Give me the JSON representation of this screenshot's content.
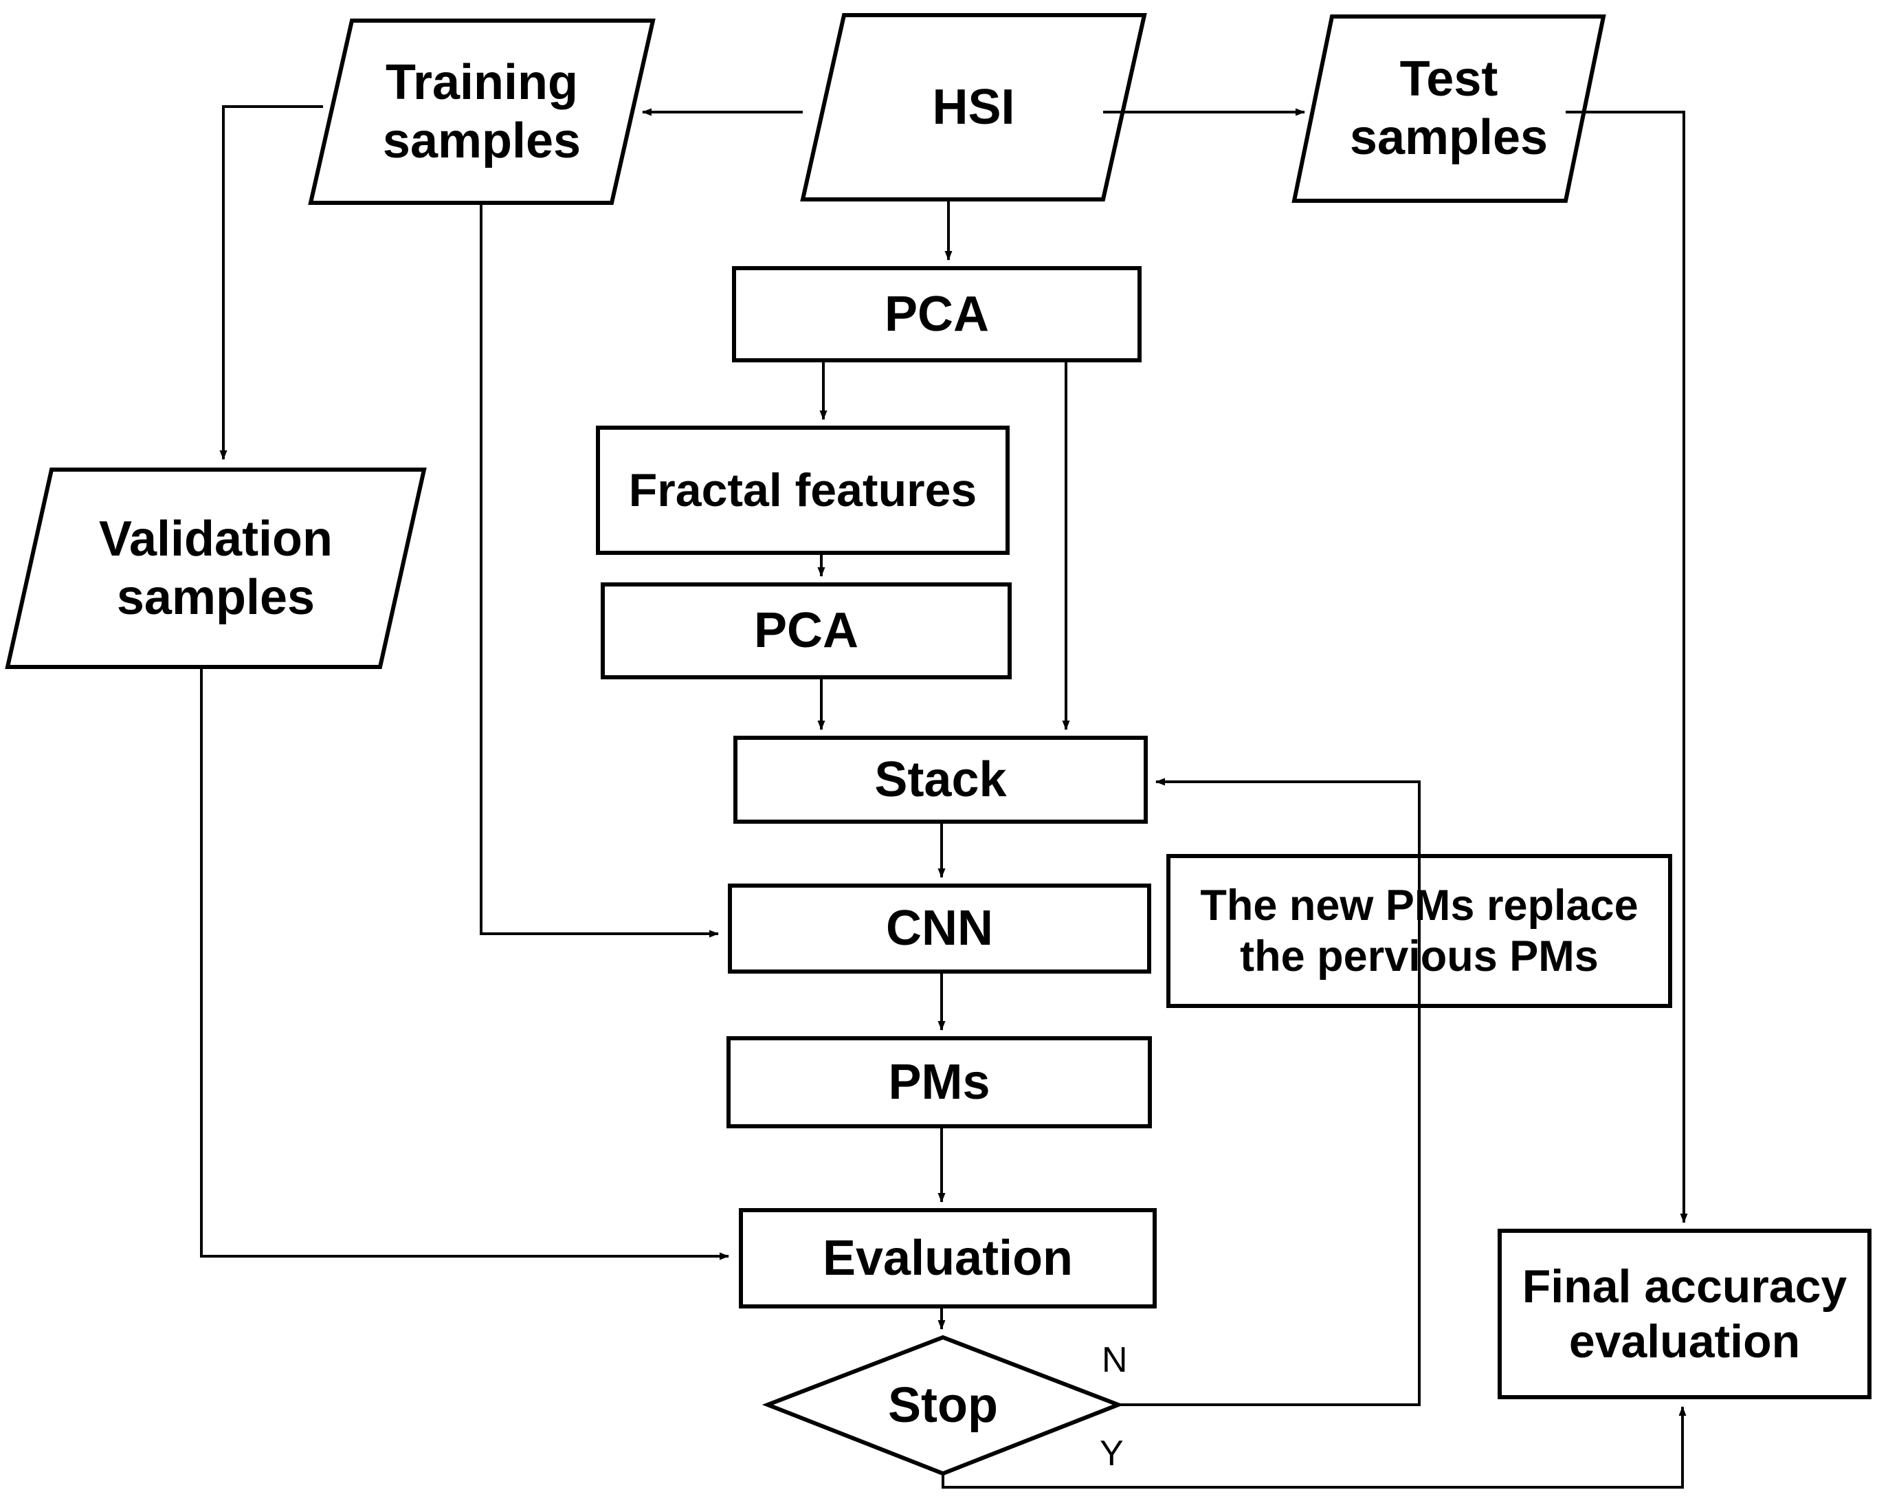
{
  "diagram": {
    "title": "HSI classification workflow flowchart",
    "stroke_color": "#000000",
    "fill_color": "#ffffff",
    "nodes": {
      "training_samples": {
        "label": "Training\nsamples",
        "shape": "parallelogram"
      },
      "hsi": {
        "label": "HSI",
        "shape": "parallelogram"
      },
      "test_samples": {
        "label": "Test\nsamples",
        "shape": "parallelogram"
      },
      "validation_samples": {
        "label": "Validation\nsamples",
        "shape": "parallelogram"
      },
      "pca_top": {
        "label": "PCA",
        "shape": "rectangle"
      },
      "fractal_features": {
        "label": "Fractal features",
        "shape": "rectangle"
      },
      "pca_second": {
        "label": "PCA",
        "shape": "rectangle"
      },
      "stack": {
        "label": "Stack",
        "shape": "rectangle"
      },
      "cnn": {
        "label": "CNN",
        "shape": "rectangle"
      },
      "pms": {
        "label": "PMs",
        "shape": "rectangle"
      },
      "evaluation": {
        "label": "Evaluation",
        "shape": "rectangle"
      },
      "stop": {
        "label": "Stop",
        "shape": "diamond"
      },
      "replace_pms": {
        "label": "The new PMs replace\nthe pervious PMs",
        "shape": "rectangle"
      },
      "final_accuracy": {
        "label": "Final accuracy\nevaluation",
        "shape": "rectangle"
      }
    },
    "edge_labels": {
      "no_branch": "N",
      "yes_branch": "Y"
    }
  }
}
